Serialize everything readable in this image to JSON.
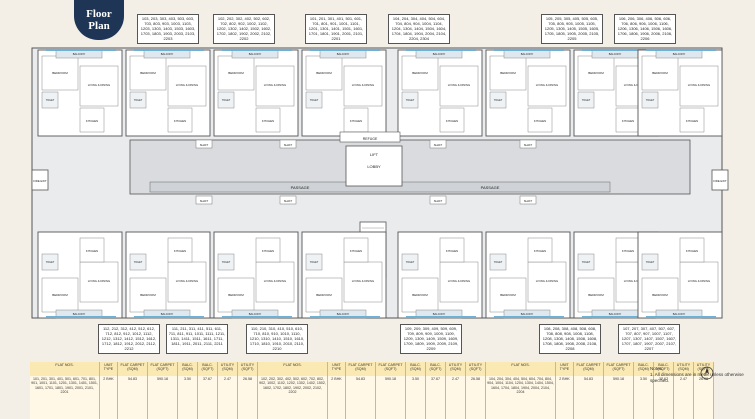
{
  "badge": {
    "line1": "Floor",
    "line2": "Plan"
  },
  "top_unit_lists": [
    "103, 203, 303, 403, 503, 603, 703, 803, 903, 1003, 1103, 1203, 1303, 1403, 1503, 1603, 1703, 1803, 1903, 2003, 2103, 2203",
    "102, 202, 302, 402, 502, 602, 702, 802, 902, 1002, 1102, 1202, 1302, 1402, 1502, 1602, 1702, 1802, 1902, 2002, 2102, 2202",
    "101, 201, 301, 401, 501, 601, 701, 801, 901, 1001, 1101, 1201, 1301, 1401, 1501, 1601, 1701, 1801, 1901, 2001, 2101, 2201",
    "104, 204, 304, 404, 504, 604, 704, 804, 904, 1004, 1104, 1204, 1304, 1404, 1504, 1604, 1704, 1804, 1904, 2004, 2104, 2204, 2304",
    "105, 205, 305, 405, 505, 605, 705, 805, 905, 1005, 1105, 1205, 1305, 1405, 1505, 1605, 1705, 1805, 1905, 2005, 2105, 2205",
    "106, 206, 306, 406, 506, 606, 706, 806, 906, 1006, 1106, 1206, 1306, 1406, 1506, 1606, 1706, 1806, 1906, 2006, 2106, 2206"
  ],
  "bottom_unit_lists": [
    "112, 212, 312, 412, 512, 612, 712, 812, 912, 1012, 1112, 1212, 1312, 1412, 1512, 1612, 1712, 1812, 1912, 2012, 2112, 2212",
    "111, 211, 311, 411, 511, 611, 711, 811, 911, 1011, 1111, 1211, 1311, 1411, 1511, 1611, 1711, 1811, 1911, 2011, 2111, 2211",
    "110, 210, 310, 410, 510, 610, 710, 810, 910, 1010, 1110, 1210, 1310, 1410, 1510, 1610, 1710, 1810, 1910, 2010, 2110, 2210",
    "109, 209, 309, 409, 509, 609, 709, 809, 909, 1009, 1109, 1209, 1309, 1409, 1509, 1609, 1709, 1809, 1909, 2009, 2109, 2209",
    "108, 208, 308, 408, 508, 608, 708, 808, 908, 1008, 1108, 1208, 1308, 1408, 1508, 1608, 1708, 1808, 1908, 2008, 2108, 2208",
    "107, 207, 307, 407, 507, 607, 707, 807, 907, 1007, 1107, 1207, 1307, 1407, 1507, 1607, 1707, 1807, 1907, 2007, 2107, 2207"
  ],
  "room_labels": {
    "bedroom": "BEDROOM",
    "living": "LIVING & DINING",
    "kitchen": "KITCHEN",
    "toilet": "TOILET",
    "balcony": "BALCONY",
    "lift": "LIFT",
    "lobby": "LOBBY",
    "passage": "PASSAGE",
    "shaft": "SHAFT",
    "refuge": "REFUGE",
    "staircase": "STAIRCASE",
    "fire_exit": "FIRE EXIT"
  },
  "table": {
    "headers": [
      "FLAT NOS.",
      "UNIT TYPE",
      "FLAT CARPET (SQM)",
      "FLAT CARPET (SQFT)",
      "BALC. (SQM)",
      "BALC. (SQFT)",
      "UTILITY (SQM)",
      "UTILITY (SQFT)"
    ],
    "groups": [
      {
        "flats": "101, 201, 301, 401, 501, 601, 701, 801, 901, 1001, 1101, 1201, 1301, 1401, 1501, 1601, 1701, 1801, 1901, 2001, 2101, 2201",
        "type": "2 BHK",
        "carpet_sqm": "54.83",
        "carpet_sqft": "590.18",
        "balc_sqm": "3.50",
        "balc_sqft": "37.67",
        "util_sqm": "2.47",
        "util_sqft": "26.58"
      },
      {
        "flats": "102, 202, 302, 402, 502, 602, 702, 802, 902, 1002, 1102, 1202, 1302, 1402, 1502, 1602, 1702, 1802, 1902, 2002, 2102, 2202",
        "type": "2 BHK",
        "carpet_sqm": "54.83",
        "carpet_sqft": "590.18",
        "balc_sqm": "3.50",
        "balc_sqft": "37.67",
        "util_sqm": "2.47",
        "util_sqft": "26.58"
      },
      {
        "flats": "104, 204, 304, 404, 504, 604, 704, 804, 904, 1004, 1104, 1204, 1304, 1404, 1504, 1604, 1704, 1804, 1904, 2004, 2104, 2204",
        "type": "2 BHK",
        "carpet_sqm": "54.83",
        "carpet_sqft": "590.18",
        "balc_sqm": "3.50",
        "balc_sqft": "37.67",
        "util_sqm": "2.47",
        "util_sqft": "26.58"
      }
    ]
  },
  "notes": {
    "title": "Notes:",
    "line1": "1. All dimensions are in meter unless otherwise specified."
  }
}
